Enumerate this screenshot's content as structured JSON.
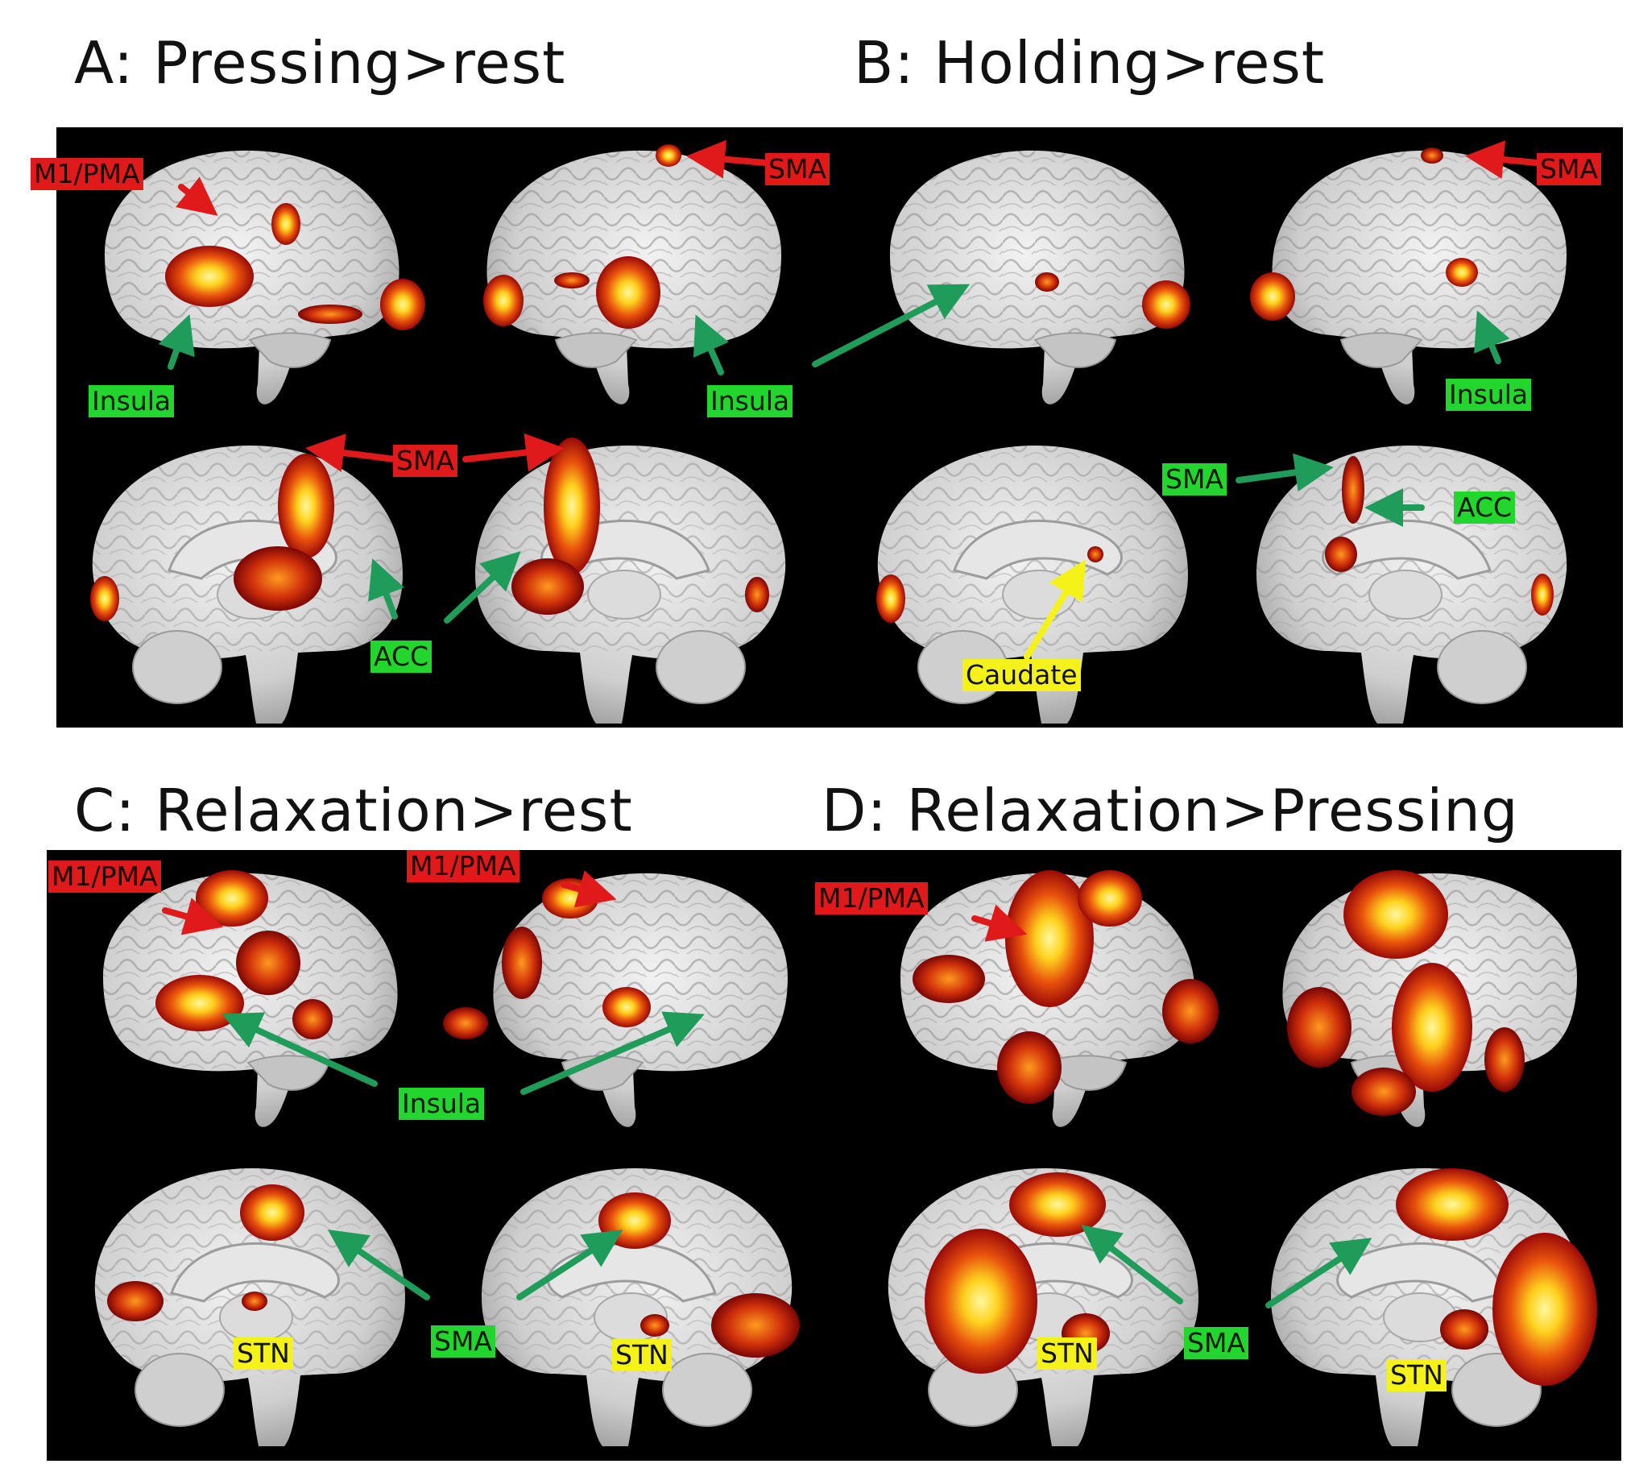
{
  "titles": {
    "a": "A: Pressing>rest",
    "b": "B: Holding>rest",
    "c": "C: Relaxation>rest",
    "d": "D: Relaxation>Pressing"
  },
  "labels": {
    "m1pma": "M1/PMA",
    "sma": "SMA",
    "insula": "Insula",
    "acc": "ACC",
    "caudate": "Caudate",
    "stn": "STN"
  },
  "colors": {
    "red_label": "#e0191b",
    "green_label": "#23d62e",
    "yellow_label": "#f5f21a",
    "red_arrow": "#e0191b",
    "green_arrow": "#1f9c5a",
    "yellow_arrow": "#f5f21a",
    "brain": "#d8d8d8",
    "activation_hot": "#ffe14a",
    "activation_cold": "#9c0a0a"
  }
}
